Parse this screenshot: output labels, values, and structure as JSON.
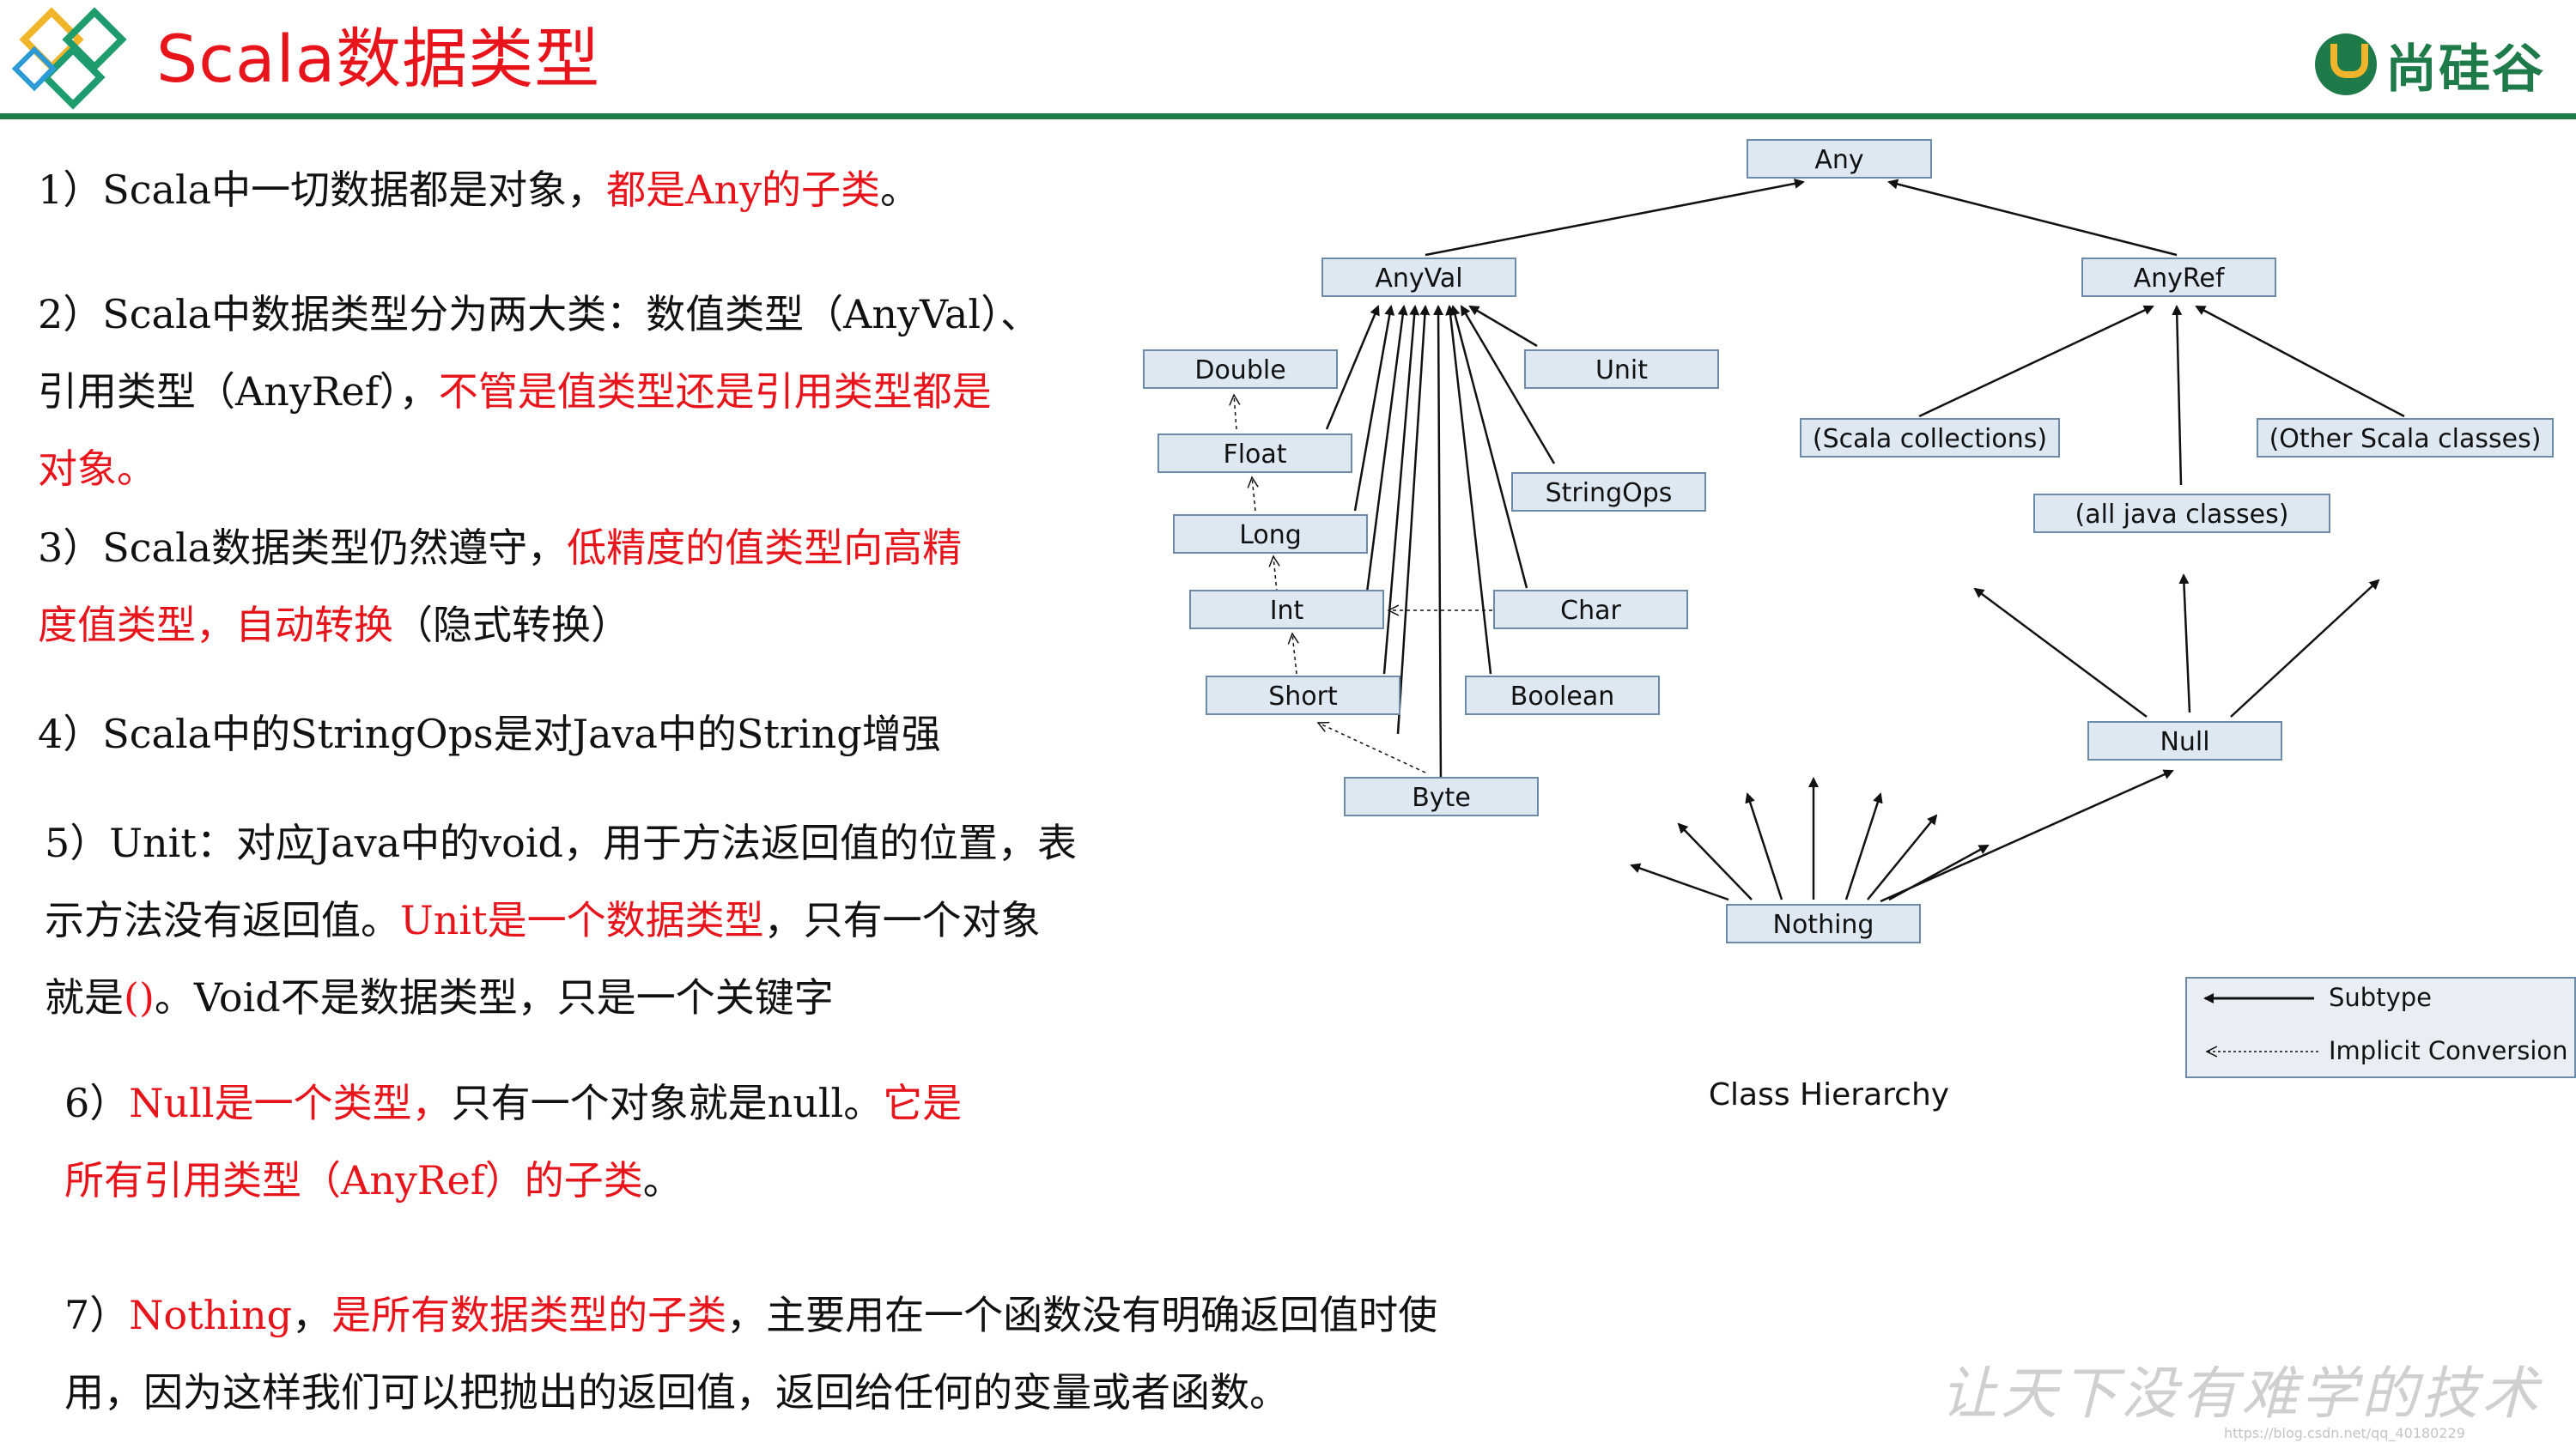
{
  "header": {
    "title": "Scala数据类型",
    "brand_text": "尚硅谷",
    "accent_color": "#e8141b",
    "brand_color": "#1f7a4a"
  },
  "points": [
    [
      [
        {
          "t": "1）Scala中一切数据都是对象，",
          "red": false
        },
        {
          "t": "都是Any的子类",
          "red": true
        },
        {
          "t": "。",
          "red": false
        }
      ]
    ],
    [
      [
        {
          "t": "2）Scala中数据类型分为两大类：数值类型（AnyVal）、",
          "red": false
        }
      ],
      [
        {
          "t": "引用类型（AnyRef），",
          "red": false
        },
        {
          "t": "不管是值类型还是引用类型都是",
          "red": true
        }
      ],
      [
        {
          "t": "对象。",
          "red": true
        }
      ]
    ],
    [
      [
        {
          "t": "3）Scala数据类型仍然遵守，",
          "red": false
        },
        {
          "t": "低精度的值类型向高精",
          "red": true
        }
      ],
      [
        {
          "t": "度值类型，自动转换",
          "red": true
        },
        {
          "t": "（隐式转换）",
          "red": false
        }
      ]
    ],
    [
      [
        {
          "t": "4）Scala中的StringOps是对Java中的String增强",
          "red": false
        }
      ]
    ],
    [
      [
        {
          "t": "5）Unit：对应Java中的void，用于方法返回值的位置，表",
          "red": false
        }
      ],
      [
        {
          "t": "示方法没有返回值。",
          "red": false
        },
        {
          "t": "Unit是一个数据类型",
          "red": true
        },
        {
          "t": "，只有一个对象",
          "red": false
        }
      ],
      [
        {
          "t": "就是",
          "red": false
        },
        {
          "t": "()",
          "red": true
        },
        {
          "t": "。Void不是数据类型，只是一个关键字",
          "red": false
        }
      ]
    ],
    [
      [
        {
          "t": "6）",
          "red": false
        },
        {
          "t": "Null是一个类型，",
          "red": true
        },
        {
          "t": "只有一个对象就是null。",
          "red": false
        },
        {
          "t": "它是",
          "red": true
        }
      ],
      [
        {
          "t": "所有引用类型（AnyRef）的子类",
          "red": true
        },
        {
          "t": "。",
          "red": false
        }
      ]
    ],
    [
      [
        {
          "t": "7）",
          "red": false
        },
        {
          "t": "Nothing",
          "red": true
        },
        {
          "t": "，",
          "red": false
        },
        {
          "t": "是所有数据类型的子类",
          "red": true
        },
        {
          "t": "，主要用在一个函数没有明确返回值时使",
          "red": false
        }
      ],
      [
        {
          "t": "用，因为这样我们可以把抛出的返回值，返回给任何的变量或者函数。",
          "red": false
        }
      ]
    ]
  ],
  "diagram": {
    "nodes": {
      "any": "Any",
      "anyval": "AnyVal",
      "anyref": "AnyRef",
      "double": "Double",
      "float": "Float",
      "long": "Long",
      "int": "Int",
      "short": "Short",
      "byte": "Byte",
      "unit": "Unit",
      "stringops": "StringOps",
      "char": "Char",
      "boolean": "Boolean",
      "scala_collections": "(Scala collections)",
      "other_scala_classes": "(Other Scala classes)",
      "all_java_classes": "(all java classes)",
      "null": "Null",
      "nothing": "Nothing"
    },
    "legend": {
      "subtype": "Subtype",
      "implicit": "Implicit Conversion"
    },
    "caption": "Class Hierarchy"
  },
  "watermark": {
    "text": "让天下没有难学的技术",
    "url": "https://blog.csdn.net/qq_40180229"
  }
}
